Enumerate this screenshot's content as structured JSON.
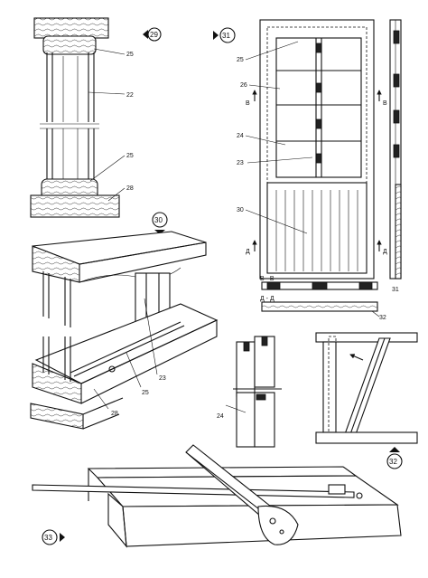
{
  "figures": {
    "f29": {
      "number": "29",
      "labels": [
        "25",
        "22",
        "25",
        "28"
      ]
    },
    "f30": {
      "number": "30",
      "labels": [
        "23",
        "25",
        "28"
      ]
    },
    "f31": {
      "number": "31",
      "labels": [
        "25",
        "26",
        "В",
        "В",
        "24",
        "23",
        "30",
        "Д",
        "Д",
        "31",
        "В - В",
        "Д - Д",
        "32"
      ]
    },
    "f32": {
      "number": "32",
      "labels": [
        "24"
      ]
    },
    "f33": {
      "number": "33"
    }
  },
  "colors": {
    "ink": "#111111",
    "paper": "#ffffff"
  }
}
